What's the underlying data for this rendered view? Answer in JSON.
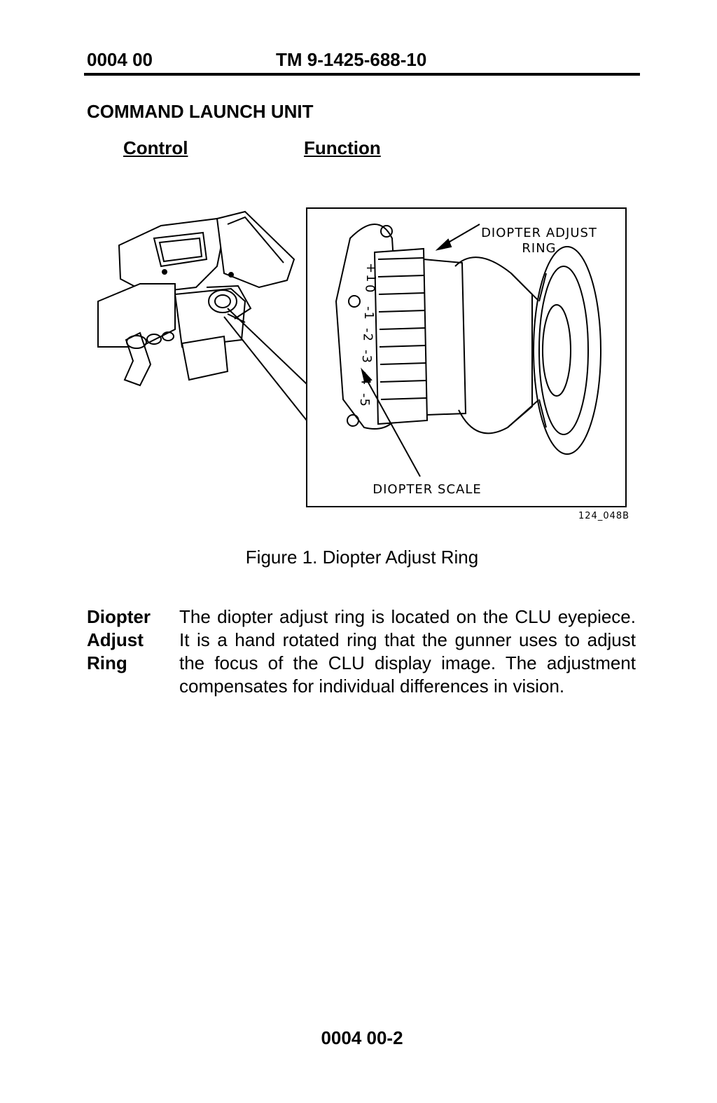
{
  "header": {
    "work_package": "0004 00",
    "manual_number": "TM 9-1425-688-10"
  },
  "section": {
    "title": "COMMAND LAUNCH UNIT",
    "col_control": "Control",
    "col_function": "Function"
  },
  "figure": {
    "callout_ring_line1": "DIOPTER ADJUST",
    "callout_ring_line2": "RING",
    "callout_scale": "DIOPTER SCALE",
    "scale_marks": [
      "+1",
      "0",
      "-1",
      "-2",
      "-3",
      "-4",
      "-5"
    ],
    "figure_id": "124_048B",
    "caption": "Figure 1.  Diopter Adjust Ring"
  },
  "entry": {
    "term_line1": "Diopter",
    "term_line2": "Adjust",
    "term_line3": "Ring",
    "description": "The diopter adjust ring is located on the CLU eyepiece. It is a hand rotated ring that the gunner uses to adjust the focus of the CLU display image. The adjustment compensates for individual differences in vision."
  },
  "footer": {
    "page_number": "0004 00-2"
  }
}
